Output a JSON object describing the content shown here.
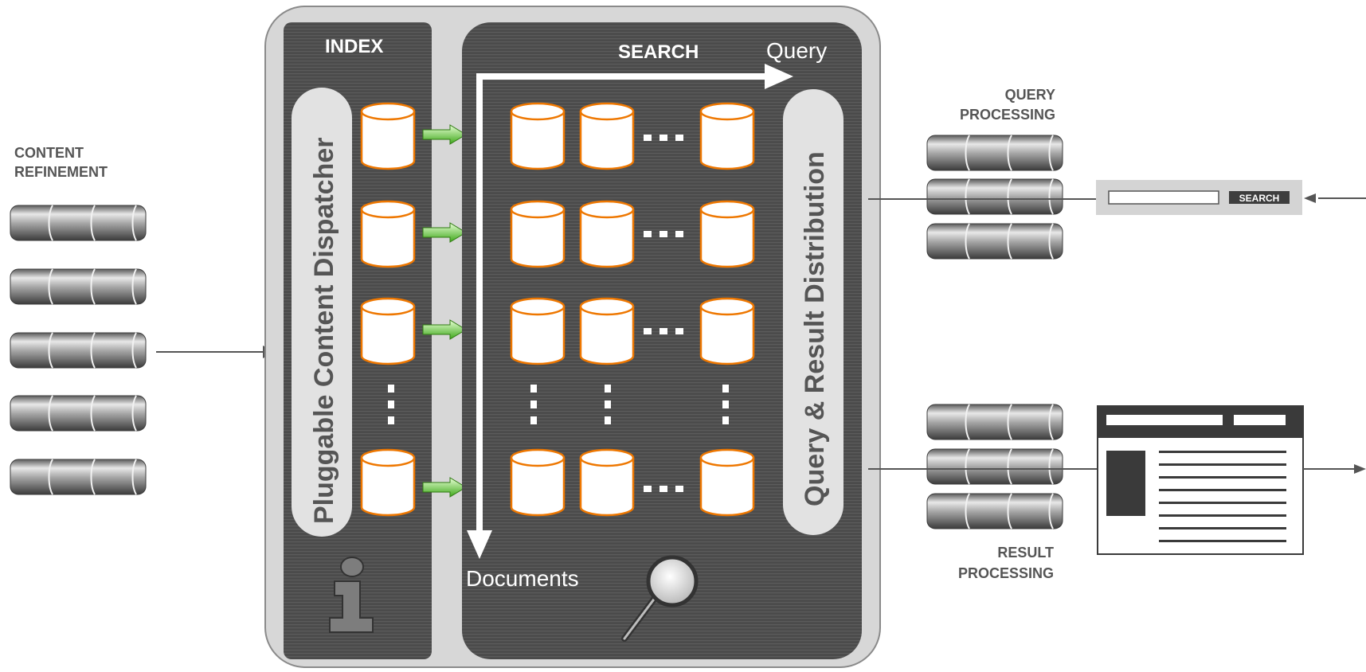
{
  "labels": {
    "content_refinement_line1": "CONTENT",
    "content_refinement_line2": "REFINEMENT",
    "index": "INDEX",
    "search": "SEARCH",
    "query": "Query",
    "documents": "Documents",
    "dispatcher": "Pluggable Content Dispatcher",
    "distribution": "Query & Result Distribution",
    "query_processing_line1": "QUERY",
    "query_processing_line2": "PROCESSING",
    "result_processing_line1": "RESULT",
    "result_processing_line2": "PROCESSING",
    "search_button": "SEARCH"
  },
  "icons": {
    "info": "info-icon",
    "magnifier": "magnifier-icon",
    "database": "database-icon",
    "pipeline": "pipeline-icon"
  },
  "colors": {
    "panel": "#4a4a4a",
    "outer_frame": "#d9d9d9",
    "cylinder_stroke": "#ee7700",
    "arrow_green": "#6ccc33",
    "text_gray": "#555555"
  }
}
